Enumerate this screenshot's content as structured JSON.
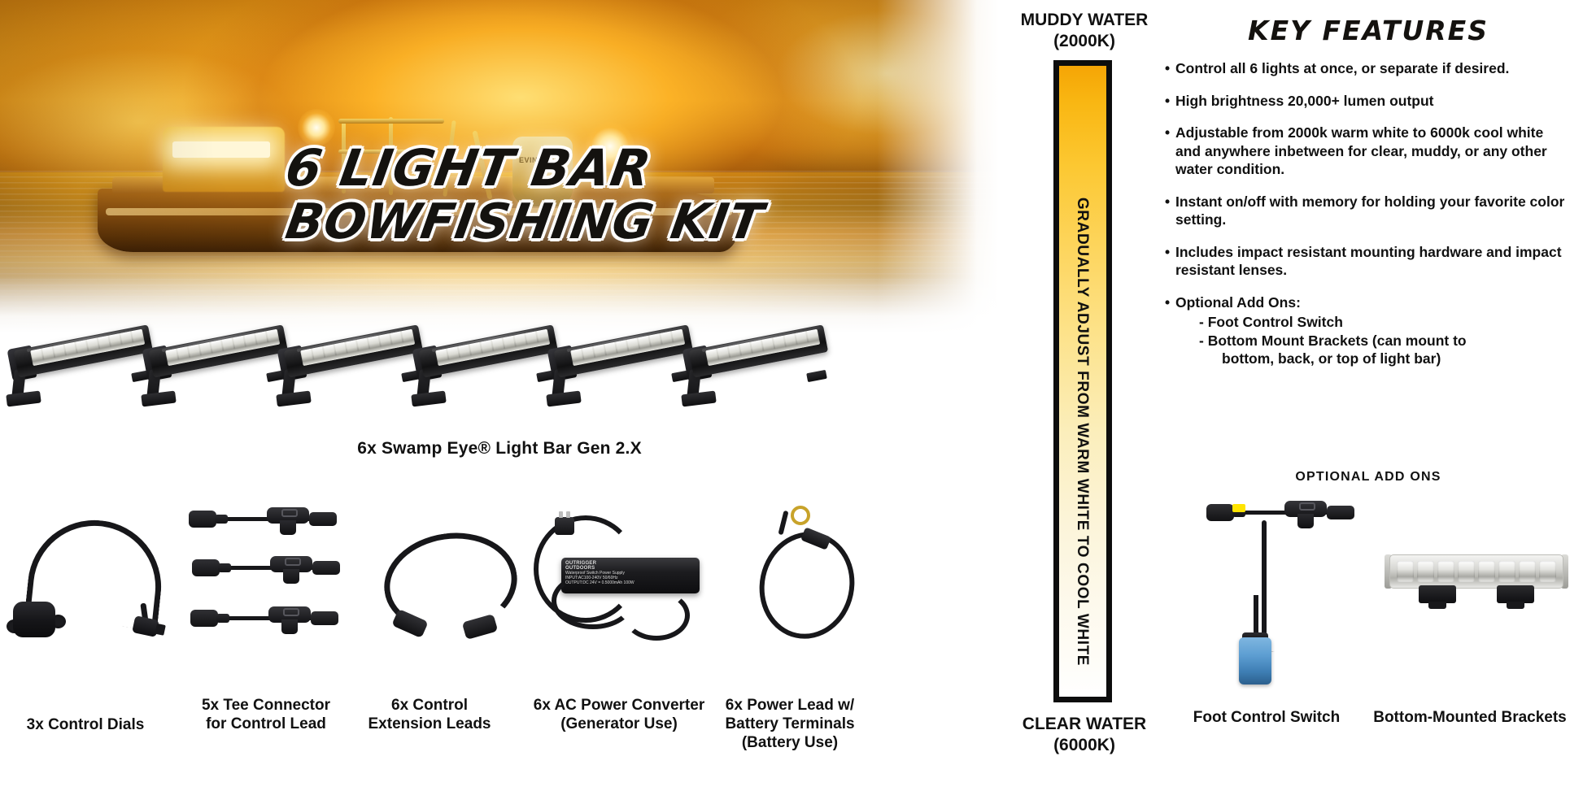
{
  "hero": {
    "title_line1": "6 LIGHT BAR",
    "title_line2": "BOWFISHING KIT",
    "motor_label": "EVINRUDE"
  },
  "products": {
    "lightbar_caption": "6x Swamp Eye® Light Bar Gen 2.X",
    "lightbar_count": 6,
    "accessories": [
      {
        "name": "control-dials",
        "label_line1": "3x Control Dials",
        "label_line2": ""
      },
      {
        "name": "tee-connectors",
        "label_line1": "5x Tee Connector",
        "label_line2": "for Control Lead"
      },
      {
        "name": "extension-leads",
        "label_line1": "6x Control",
        "label_line2": "Extension Leads"
      },
      {
        "name": "ac-power-converter",
        "label_line1": "6x AC Power Converter",
        "label_line2": "(Generator Use)"
      },
      {
        "name": "power-lead",
        "label_line1": "6x Power Lead w/",
        "label_line2": "Battery Terminals",
        "label_line3": "(Battery Use)"
      }
    ],
    "converter_brand": "OUTRIGGER",
    "converter_brand2": "OUTDOORS",
    "converter_sub": "Waterproof Switch Power Supply",
    "converter_spec1": "INPUT:AC100-240V  50/60Hz",
    "converter_spec2": "OUTPUT:DC 24V = 0.5000mAh   100W"
  },
  "temperature_scale": {
    "top_label_line1": "MUDDY WATER",
    "top_label_line2": "(2000K)",
    "bottom_label_line1": "CLEAR WATER",
    "bottom_label_line2": "(6000K)",
    "bar_text": "GRADUALLY ADJUST FROM WARM WHITE TO COOL WHITE",
    "warm_color": "#f5a505",
    "cool_color": "#ffffff"
  },
  "key_features": {
    "title": "KEY FEATURES",
    "bullet": "•",
    "items": [
      "Control all 6 lights at once, or separate if desired.",
      "High brightness 20,000+ lumen output",
      "Adjustable from 2000k warm white to 6000k cool white and anywhere inbetween for clear, muddy, or any other water condition.",
      "Instant on/off with memory for holding your favorite color setting.",
      "Includes impact resistant mounting hardware and impact resistant lenses.",
      "Optional Add Ons:"
    ],
    "sub_items": [
      "- Foot Control Switch",
      "- Bottom Mount Brackets (can mount to",
      "bottom, back, or top of light bar)"
    ]
  },
  "optional_addons": {
    "title": "OPTIONAL ADD ONS",
    "items": [
      {
        "name": "foot-control-switch",
        "label": "Foot Control Switch"
      },
      {
        "name": "bottom-mounted-brackets",
        "label": "Bottom-Mounted Brackets"
      }
    ]
  }
}
